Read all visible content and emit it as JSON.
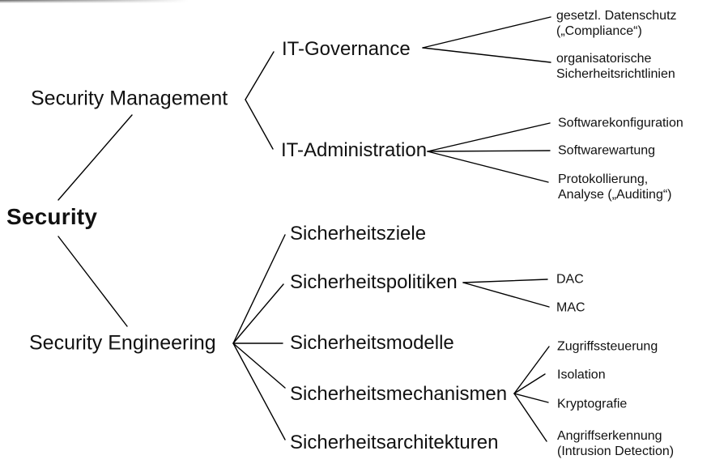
{
  "page": {
    "background_color": "#ffffff",
    "text_color": "#111111",
    "line_color": "#000000"
  },
  "diagram": {
    "type": "tree",
    "root_label": "Security",
    "hierarchy": {
      "Security": {
        "Security Management": {
          "IT-Governance": [
            "gesetzl. Datenschutz („Compliance“)",
            "organisatorische Sicherheitsrichtlinien"
          ],
          "IT-Administration": [
            "Softwarekonfiguration",
            "Softwarewartung",
            "Protokollierung, Analyse („Auditing“)"
          ]
        },
        "Security Engineering": {
          "Sicherheitsziele": [],
          "Sicherheitspolitiken": [
            "DAC",
            "MAC"
          ],
          "Sicherheitsmodelle": [],
          "Sicherheitsmechanismen": [
            "Zugriffssteuerung",
            "Isolation",
            "Kryptografie",
            "Angriffserkennung (Intrusion Detection)"
          ],
          "Sicherheitsarchitekturen": []
        }
      }
    },
    "nodes": {
      "security": {
        "label": "Security"
      },
      "security_management": {
        "label": "Security Management"
      },
      "security_engineering": {
        "label": "Security Engineering"
      },
      "it_governance": {
        "label": "IT-Governance"
      },
      "it_administration": {
        "label": "IT-Administration"
      },
      "gesetzl_datenschutz": {
        "label": "gesetzl. Datenschutz\n(„Compliance“)"
      },
      "organisatorische_richtlinien": {
        "label": "organisatorische\nSicherheitsrichtlinien"
      },
      "softwarekonfiguration": {
        "label": "Softwarekonfiguration"
      },
      "softwarewartung": {
        "label": "Softwarewartung"
      },
      "protokollierung_analyse": {
        "label": "Protokollierung,\nAnalyse („Auditing“)"
      },
      "sicherheitsziele": {
        "label": "Sicherheitsziele"
      },
      "sicherheitspolitiken": {
        "label": "Sicherheitspolitiken"
      },
      "dac": {
        "label": "DAC"
      },
      "mac": {
        "label": "MAC"
      },
      "sicherheitsmodelle": {
        "label": "Sicherheitsmodelle"
      },
      "sicherheitsmechanismen": {
        "label": "Sicherheitsmechanismen"
      },
      "sicherheitsarchitekturen": {
        "label": "Sicherheitsarchitekturen"
      },
      "zugriffssteuerung": {
        "label": "Zugriffssteuerung"
      },
      "isolation": {
        "label": "Isolation"
      },
      "kryptografie": {
        "label": "Kryptografie"
      },
      "angriffserkennung": {
        "label": "Angriffserkennung\n(Intrusion Detection)"
      }
    }
  }
}
